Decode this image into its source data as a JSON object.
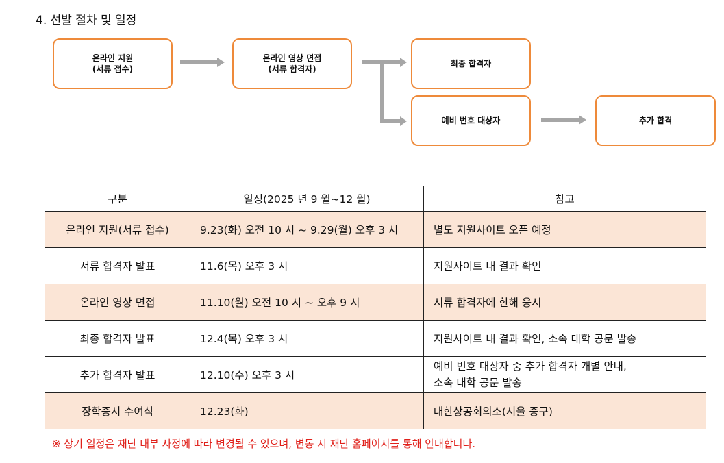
{
  "section_title": "4. 선발 절차 및 일정",
  "flow": {
    "online_apply": [
      "온라인 지원",
      "(서류 접수)"
    ],
    "video_interview": [
      "온라인 영상 면접",
      "(서류 합격자)"
    ],
    "final_pass": "최종 합격자",
    "waitlist": "예비 번호 대상자",
    "additional_pass": "추가 합격"
  },
  "table": {
    "headers": [
      "구분",
      "일정(2025 년 9 월~12 월)",
      "참고"
    ],
    "rows": [
      {
        "category": "온라인 지원(서류 접수)",
        "schedule": "9.23(화) 오전 10 시 ~ 9.29(월) 오후 3 시",
        "note": [
          "별도 지원사이트 오픈 예정"
        ],
        "shaded": true
      },
      {
        "category": "서류 합격자 발표",
        "schedule": "11.6(목) 오후 3 시",
        "note": [
          "지원사이트 내 결과 확인"
        ],
        "shaded": false
      },
      {
        "category": "온라인 영상 면접",
        "schedule": "11.10(월) 오전 10 시 ~ 오후 9 시",
        "note": [
          "서류 합격자에 한해 응시"
        ],
        "shaded": true
      },
      {
        "category": "최종 합격자 발표",
        "schedule": "12.4(목) 오후 3 시",
        "note": [
          "지원사이트 내 결과 확인, 소속 대학 공문 발송"
        ],
        "shaded": false
      },
      {
        "category": "추가 합격자 발표",
        "schedule": "12.10(수) 오후 3 시",
        "note": [
          "예비 번호 대상자 중 추가 합격자 개별 안내,",
          "소속 대학 공문 발송"
        ],
        "shaded": false
      },
      {
        "category": "장학증서 수여식",
        "schedule": "12.23(화)",
        "note": [
          "대한상공회의소(서울 중구)"
        ],
        "shaded": true
      }
    ]
  },
  "notice": "※ 상기 일정은 재단 내부 사정에 따라 변경될 수 있으며, 변동 시 재단 홈페이지를 통해 안내합니다.",
  "colors": {
    "box_border": "#ee8a3a",
    "arrow": "#a6a6a6",
    "row_shade": "#fbe5d6",
    "notice_text": "#e0201a"
  }
}
